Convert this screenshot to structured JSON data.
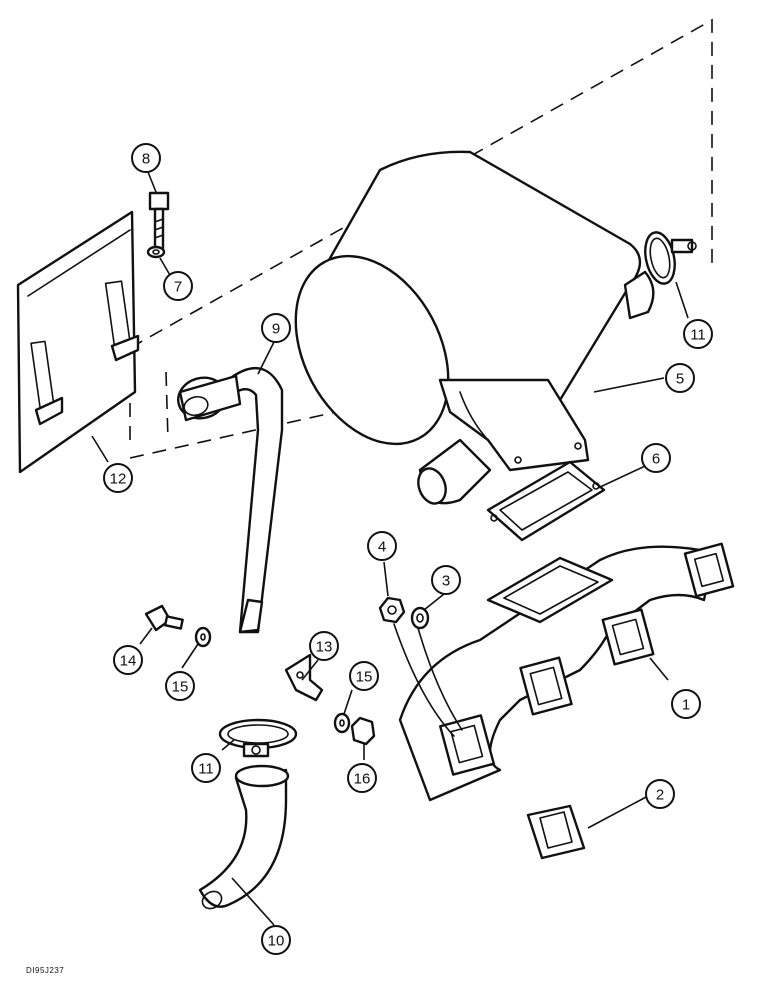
{
  "drawing_code": "DI95J237",
  "callouts": [
    {
      "id": "c1",
      "label": "1"
    },
    {
      "id": "c2",
      "label": "2"
    },
    {
      "id": "c3",
      "label": "3"
    },
    {
      "id": "c4",
      "label": "4"
    },
    {
      "id": "c5",
      "label": "5"
    },
    {
      "id": "c6",
      "label": "6"
    },
    {
      "id": "c7",
      "label": "7"
    },
    {
      "id": "c8",
      "label": "8"
    },
    {
      "id": "c9",
      "label": "9"
    },
    {
      "id": "c10",
      "label": "10"
    },
    {
      "id": "c11a",
      "label": "11"
    },
    {
      "id": "c11b",
      "label": "11"
    },
    {
      "id": "c12",
      "label": "12"
    },
    {
      "id": "c13",
      "label": "13"
    },
    {
      "id": "c14",
      "label": "14"
    },
    {
      "id": "c15a",
      "label": "15"
    },
    {
      "id": "c15b",
      "label": "15"
    },
    {
      "id": "c16",
      "label": "16"
    }
  ]
}
